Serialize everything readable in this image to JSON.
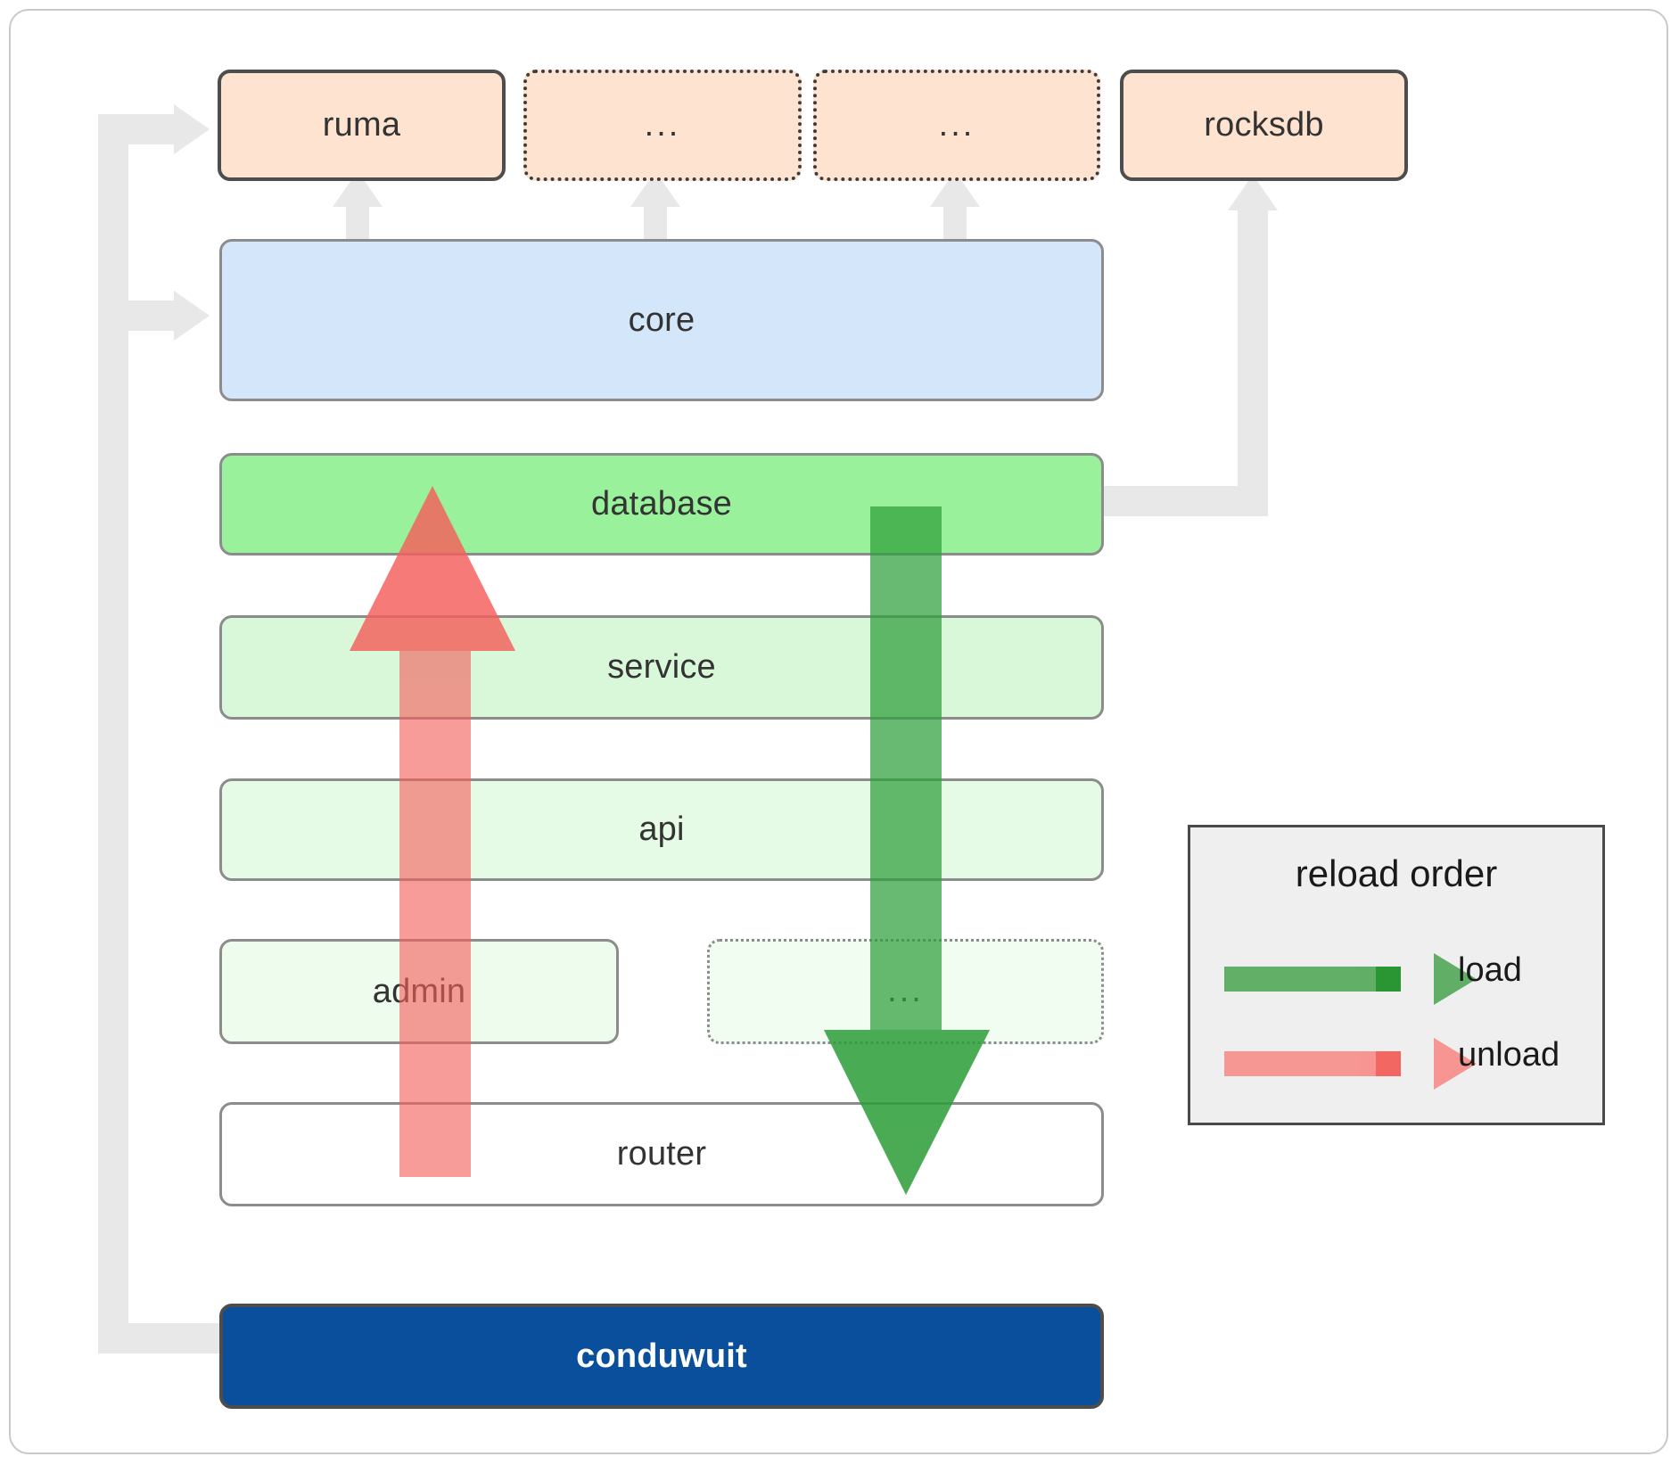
{
  "diagram": {
    "title": "conduwuit crate dependency / reload order diagram",
    "colors": {
      "peach_fill": "#fde3d0",
      "blue_fill": "#d4e6f9",
      "green_bright": "#99f29b",
      "green_light": "#d9f8da",
      "green_lighter": "#eafbea",
      "white_fill": "#ffffff",
      "dark_blue_fill": "#0a4f9c",
      "legend_bg": "#efefef",
      "connector_gray": "#e6e6e6",
      "load_green": "#4caf50",
      "unload_red": "#f4827f",
      "border_dark": "#4d4d4d",
      "border_gray": "#8c8c8c"
    },
    "top_row": [
      {
        "label": "ruma",
        "style": "solid"
      },
      {
        "label": "...",
        "style": "dotted"
      },
      {
        "label": "...",
        "style": "dotted"
      },
      {
        "label": "rocksdb",
        "style": "solid"
      }
    ],
    "core": {
      "label": "core"
    },
    "stack": [
      {
        "label": "database",
        "style": "solid"
      },
      {
        "label": "service",
        "style": "solid"
      },
      {
        "label": "api",
        "style": "solid"
      }
    ],
    "admin_row": [
      {
        "label": "admin",
        "style": "solid"
      },
      {
        "label": "...",
        "style": "dotted"
      }
    ],
    "router": {
      "label": "router"
    },
    "binary": {
      "label": "conduwuit"
    },
    "legend": {
      "title": "reload order",
      "items": [
        {
          "label": "load",
          "color": "#4caf50",
          "icon": "right-arrow-icon"
        },
        {
          "label": "unload",
          "color": "#f4827f",
          "icon": "right-arrow-icon"
        }
      ]
    },
    "flow_arrows": {
      "unload": {
        "direction": "up",
        "color": "#f4827f",
        "semantic": "unload-arrow"
      },
      "load": {
        "direction": "down",
        "color": "#4caf50",
        "semantic": "load-arrow"
      }
    }
  }
}
